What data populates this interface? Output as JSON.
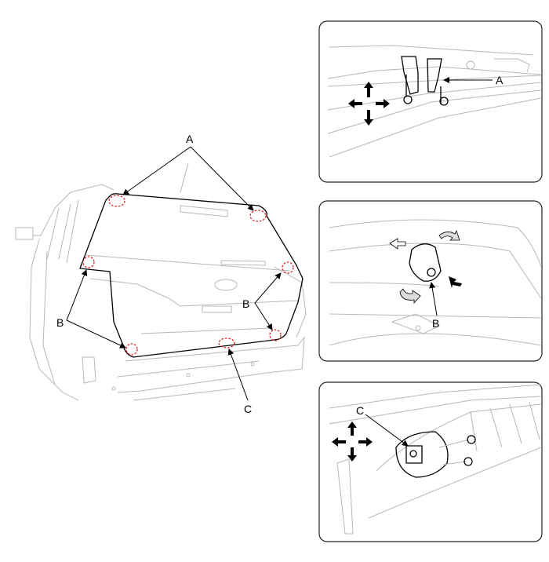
{
  "main_figure": {
    "label_a": "A",
    "label_b_left": "B",
    "label_b_right": "B",
    "label_c": "C",
    "marker_color": "#e0201c"
  },
  "panels": [
    {
      "label": "A"
    },
    {
      "label": "B"
    },
    {
      "label": "C"
    }
  ]
}
